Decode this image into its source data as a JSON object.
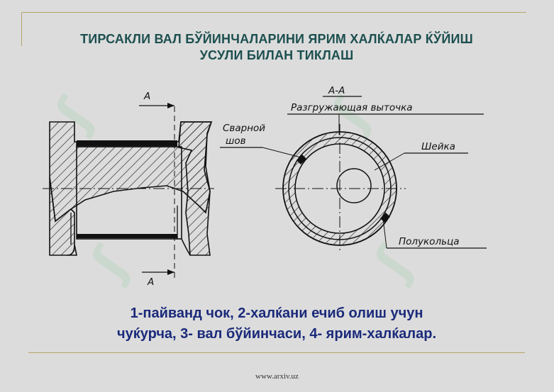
{
  "title": {
    "line1": "ТИРСАКЛИ ВАЛ БЎЙИНЧАЛАРИНИ ЯРИМ ХАЛЌАЛАР ЌЎЙИШ",
    "line2": "УСУЛИ БИЛАН ТИКЛАШ"
  },
  "figure": {
    "left_labels": {
      "section_top": "А",
      "section_bottom": "А"
    },
    "right_labels": {
      "section": "А-А",
      "relief_groove": "Разгружающая выточка",
      "weld_line1": "Сварной",
      "weld_line2": "шов",
      "journal": "Шейка",
      "half_rings": "Полукольца"
    }
  },
  "caption": {
    "line1": "1-пайванд чок, 2-халќани ечиб олиш учун",
    "line2": "чуќурча, 3- вал бўйинчаси, 4- ярим-халќалар."
  },
  "footer": "www.arxiv.uz",
  "colors": {
    "background": "#dcdcdc",
    "title": "#1d4f4f",
    "caption": "#1a2a7a",
    "rule": "#b7a46a"
  }
}
